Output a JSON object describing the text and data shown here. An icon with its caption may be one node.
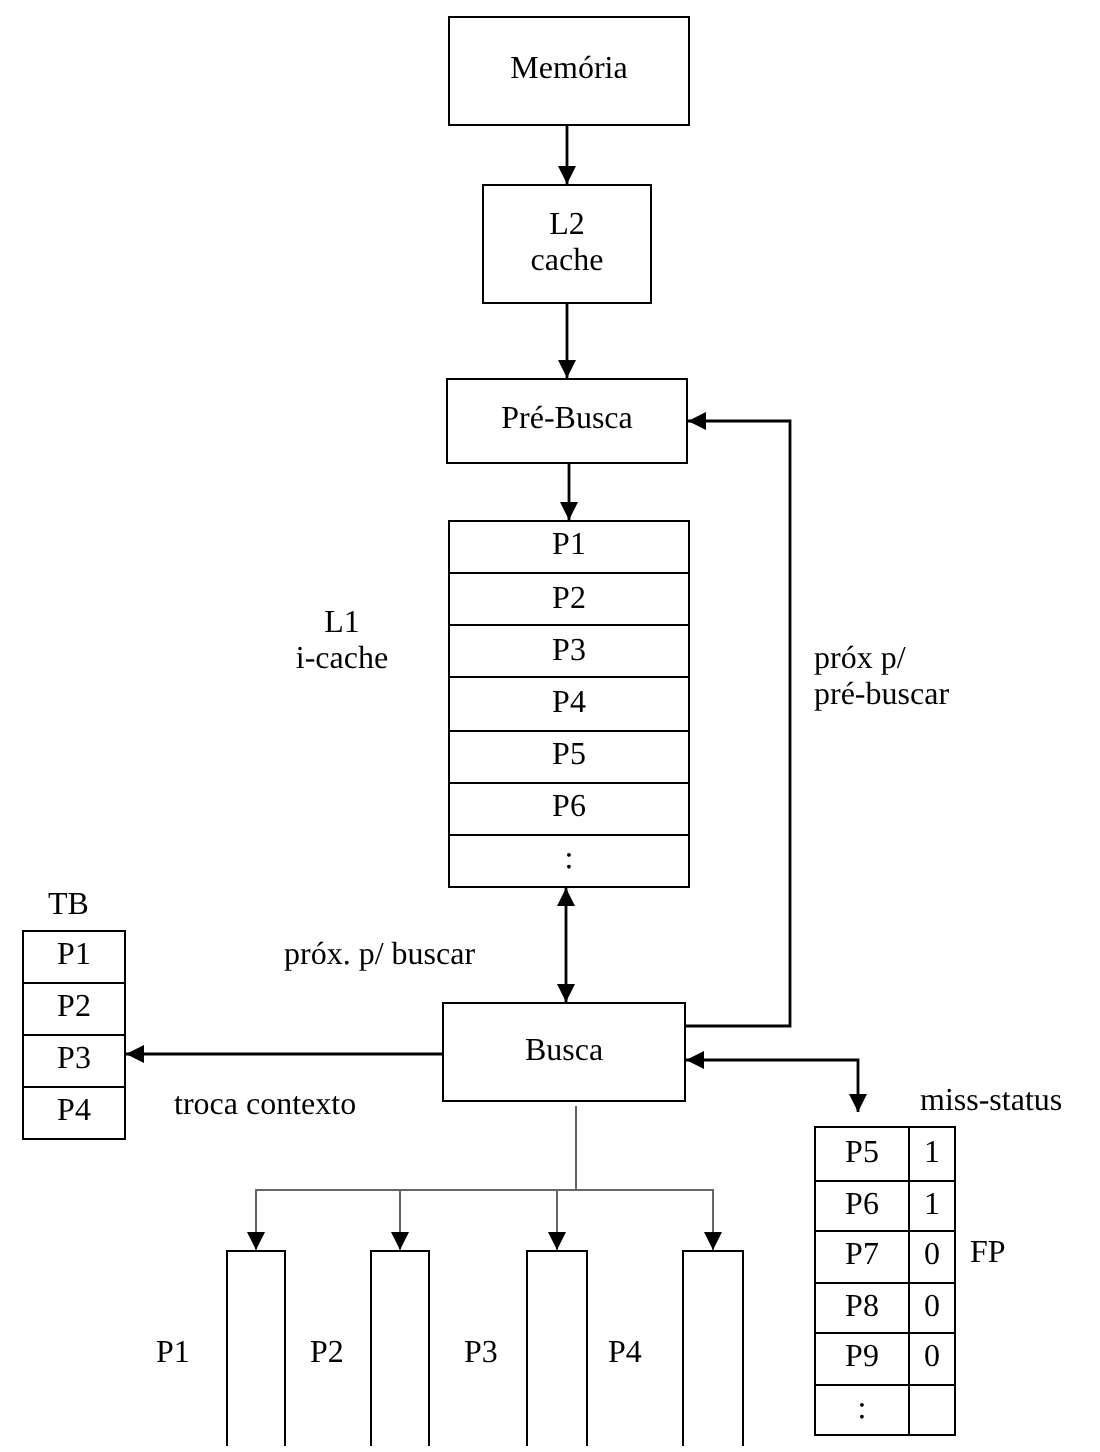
{
  "diagram": {
    "nodes": [
      {
        "text": [
          "Memória"
        ]
      },
      {
        "text": [
          "L2 cache"
        ]
      },
      {
        "text": [
          "Pré-Busca"
        ]
      },
      {
        "text": [
          "P1",
          "P2",
          "P3",
          "P4",
          "P5",
          "P6",
          ":"
        ],
        "beside": [
          "L1 i-cache"
        ]
      },
      {
        "text": [
          "Busca"
        ]
      },
      {
        "text": [
          "P1",
          "P2",
          "P3",
          "P4"
        ],
        "beside": [
          "TB"
        ]
      },
      {
        "text": [
          "P5",
          "1",
          "P6",
          "1",
          "P7",
          "0",
          "P8",
          "0",
          "P9",
          "0",
          ":"
        ],
        "beside": [
          "miss-status",
          "FP"
        ]
      },
      {
        "text": [],
        "shape": "bar",
        "beside": [
          "P1"
        ]
      },
      {
        "text": [],
        "shape": "bar",
        "beside": [
          "P2"
        ]
      },
      {
        "text": [],
        "shape": "bar",
        "beside": [
          "P3"
        ]
      },
      {
        "text": [],
        "shape": "bar",
        "beside": [
          "P4"
        ]
      }
    ],
    "edges": [
      {
        "from": 0,
        "to": 1,
        "arrow": "to"
      },
      {
        "from": 1,
        "to": 2,
        "arrow": "to"
      },
      {
        "from": 2,
        "to": 3,
        "arrow": "to"
      },
      {
        "from": 3,
        "to": 4,
        "arrow": "both",
        "label": "próx. p/ buscar"
      },
      {
        "from": 4,
        "to": 2,
        "arrow": "to",
        "label": "próx p/ pré-buscar"
      },
      {
        "from": 4,
        "to": 5,
        "arrow": "to",
        "label": "troca contexto"
      },
      {
        "from": 4,
        "to": 6,
        "arrow": "both"
      },
      {
        "from": 4,
        "to": 7,
        "arrow": "to",
        "color": "#666666"
      },
      {
        "from": 4,
        "to": 8,
        "arrow": "to",
        "color": "#666666"
      },
      {
        "from": 4,
        "to": 9,
        "arrow": "to",
        "color": "#666666"
      },
      {
        "from": 4,
        "to": 10,
        "arrow": "to",
        "color": "#666666"
      }
    ]
  }
}
